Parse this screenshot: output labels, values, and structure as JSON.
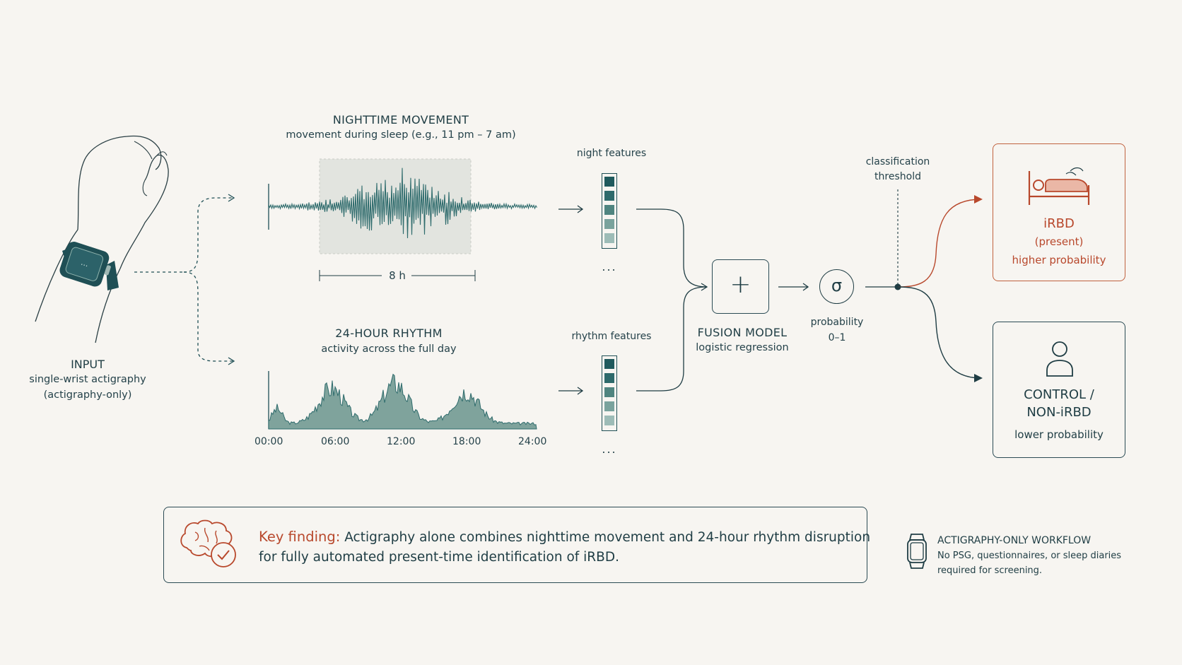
{
  "input": {
    "title": "INPUT",
    "line1": "single-wrist actigraphy",
    "line2": "(actigraphy-only)",
    "watch_display": "..."
  },
  "night": {
    "title": "NIGHTTIME MOVEMENT",
    "subtitle": "movement during sleep (e.g., 11 pm – 7 am)",
    "duration": "8 h",
    "features_label": "night features"
  },
  "rhythm": {
    "title": "24-HOUR RHYTHM",
    "subtitle": "activity across the full day",
    "features_label": "rhythm features",
    "ticks": [
      "00:00",
      "06:00",
      "12:00",
      "18:00",
      "24:00"
    ]
  },
  "fusion": {
    "symbol": "+",
    "title": "FUSION MODEL",
    "subtitle": "logistic regression"
  },
  "sigmoid": {
    "symbol": "σ",
    "label1": "probability",
    "label2": "0–1"
  },
  "threshold": {
    "line1": "classification",
    "line2": "threshold"
  },
  "irbd": {
    "title": "iRBD",
    "sub": "(present)",
    "prob": "higher probability"
  },
  "control": {
    "line1": "CONTROL /",
    "line2": "NON-iRBD",
    "prob": "lower probability"
  },
  "finding": {
    "label": "Key finding:",
    "line1": "Actigraphy alone combines nighttime movement and 24-hour rhythm disruption",
    "line2": "for fully automated present-time identification of iRBD."
  },
  "workflow": {
    "title": "ACTIGRAPHY-ONLY WORKFLOW",
    "line1": "No PSG, questionnaires, or sleep diaries",
    "line2": "required for screening."
  },
  "ellipsis": "...",
  "colors": {
    "background": "#f7f5f1",
    "teal": "#1f4f55",
    "accent_red": "#b8482c",
    "fill_teal": "#5f8f88"
  }
}
